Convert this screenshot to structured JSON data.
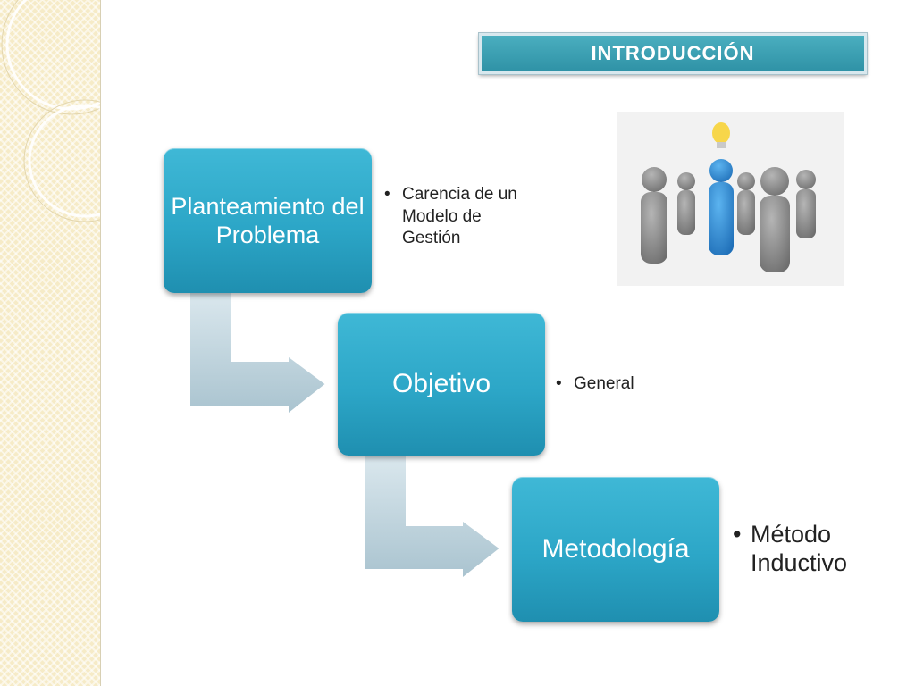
{
  "title": "INTRODUCCIÓN",
  "steps": [
    {
      "label": "Planteamiento del Problema",
      "bullets": [
        "Carencia de un Modelo de Gestión"
      ]
    },
    {
      "label": "Objetivo",
      "bullets": [
        "General"
      ]
    },
    {
      "label": "Metodología",
      "bullets": [
        "Método Inductivo"
      ]
    }
  ],
  "colors": {
    "box": "#2ca6c7",
    "banner": "#3aa0b4",
    "side_band": "#f6ebc7",
    "highlight_person": "#2f8fd6"
  },
  "illustration": {
    "icon": "people-with-lightbulb-icon"
  }
}
